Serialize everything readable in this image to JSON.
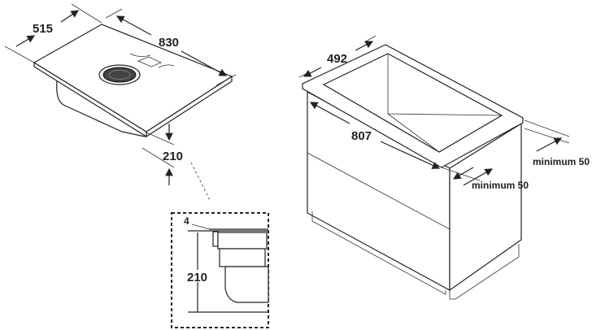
{
  "hob": {
    "depth_label": "515",
    "width_label": "830",
    "height_label": "210"
  },
  "detail": {
    "glass_thickness_label": "4",
    "height_label": "210"
  },
  "cabinet": {
    "depth_label": "492",
    "width_label": "807",
    "rear_clearance_label": "minimum 50",
    "side_clearance_label": "minimum 50"
  }
}
